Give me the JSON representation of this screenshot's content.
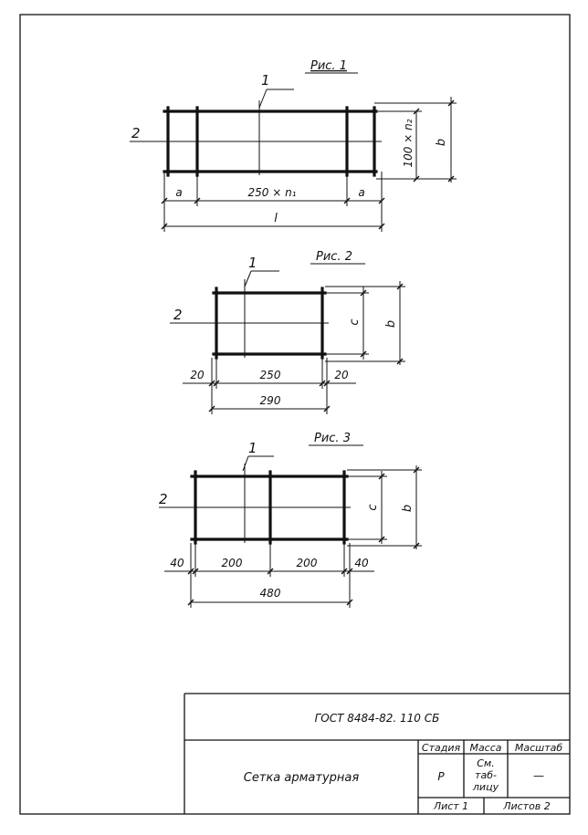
{
  "figures": [
    {
      "caption": "Рис. 1",
      "leader_labels": [
        "1",
        "2"
      ],
      "dims_bottom": [
        "a",
        "250 × n₁",
        "a"
      ],
      "dim_total": "l",
      "dims_side": [
        "100 × n₂",
        "b"
      ]
    },
    {
      "caption": "Рис. 2",
      "leader_labels": [
        "1",
        "2"
      ],
      "dims_bottom": [
        "20",
        "250",
        "20"
      ],
      "dim_total": "290",
      "dims_side": [
        "c",
        "b"
      ]
    },
    {
      "caption": "Рис. 3",
      "leader_labels": [
        "1",
        "2"
      ],
      "dims_bottom": [
        "40",
        "200",
        "200",
        "40"
      ],
      "dim_total": "480",
      "dims_side": [
        "c",
        "b"
      ]
    }
  ],
  "title_block": {
    "document_code": "ГОСТ 8484-82. 110 СБ",
    "name": "Сетка арматурная",
    "headers": [
      "Стадия",
      "Масса",
      "Масштаб"
    ],
    "stage": "Р",
    "mass_lines": [
      "См.",
      "таб-",
      "лицу"
    ],
    "scale": "—",
    "sheet": "Лист 1",
    "sheets": "Листов 2"
  }
}
